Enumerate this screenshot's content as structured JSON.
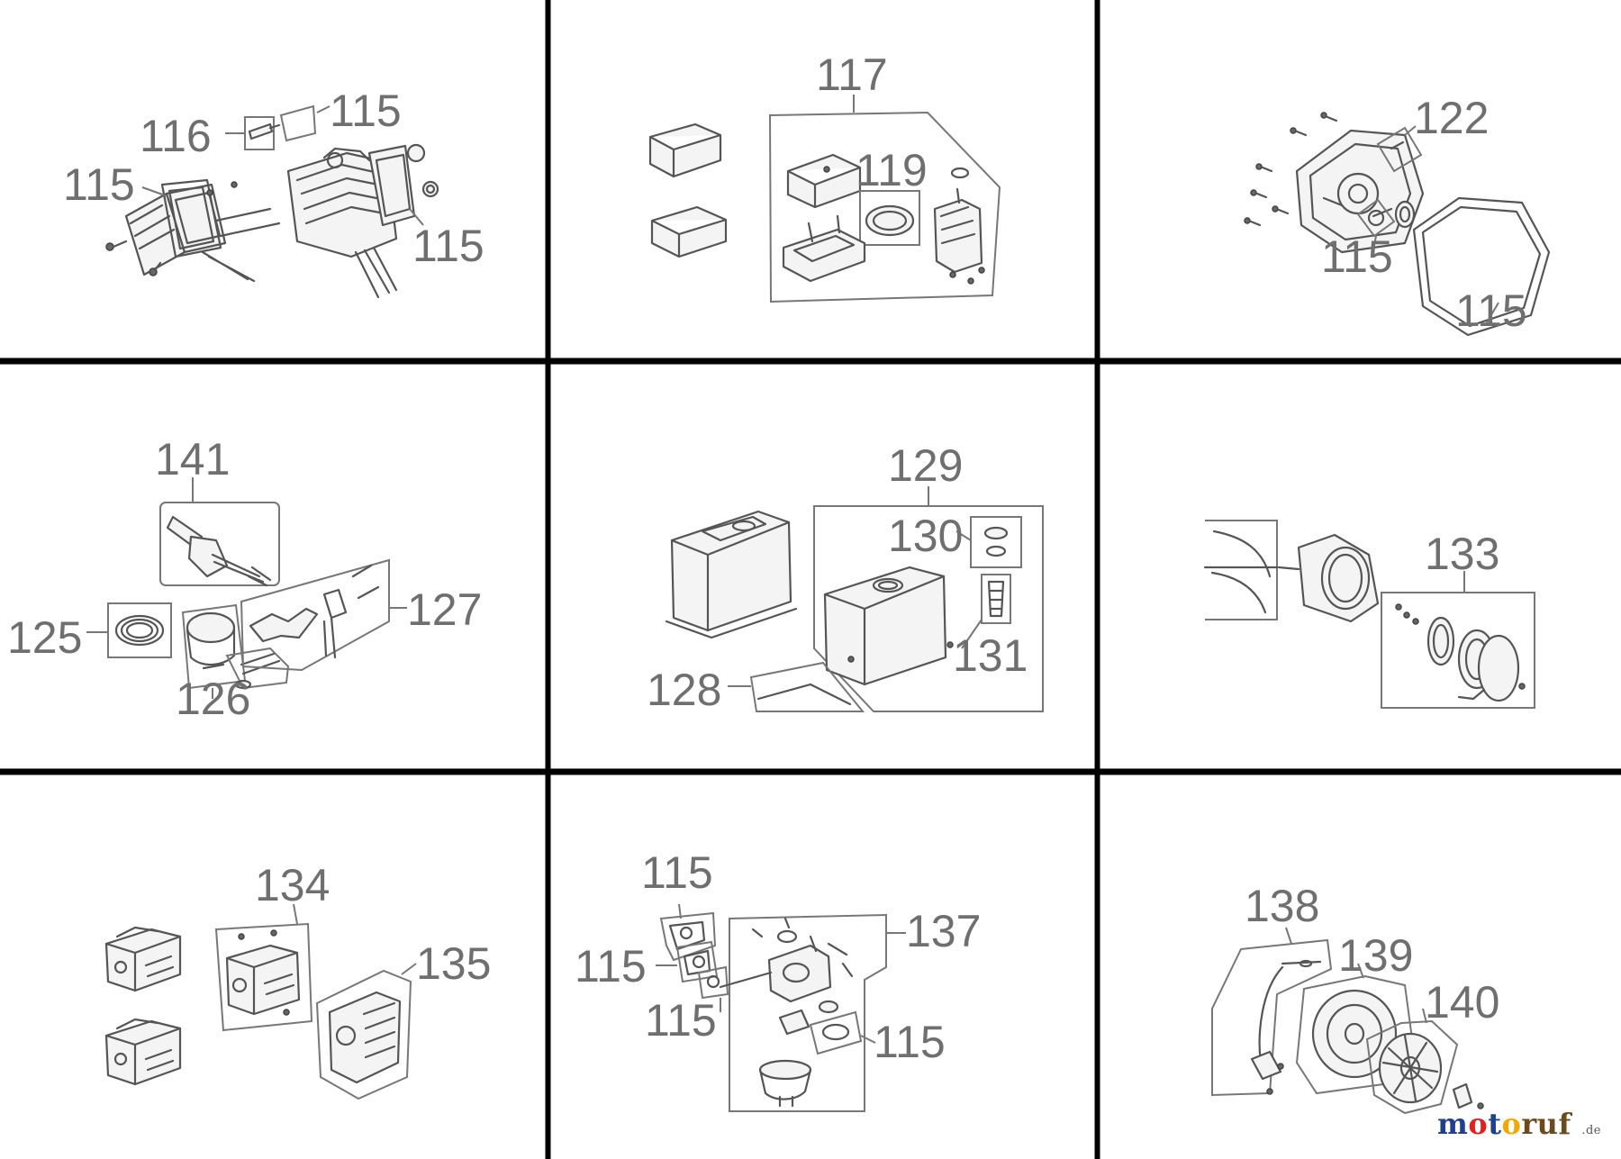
{
  "colors": {
    "divider": "#000000",
    "label": "#6f6f6f",
    "logo_blue": "#1f3f8f",
    "logo_brown": "#6b4a1e",
    "logo_accents": [
      "#d22",
      "#f7a600",
      "#1a8f2c",
      "#1f6fd1"
    ]
  },
  "logo": {
    "main": "motoruf",
    "suffix": ".de"
  },
  "cells": [
    {
      "id": "cylinder-head",
      "labels": [
        "116",
        "115",
        "115",
        "115"
      ]
    },
    {
      "id": "air-filter",
      "labels": [
        "117",
        "119"
      ]
    },
    {
      "id": "crankcase-cover",
      "labels": [
        "122",
        "115",
        "115"
      ]
    },
    {
      "id": "crankshaft-piston",
      "labels": [
        "141",
        "125",
        "126",
        "127"
      ]
    },
    {
      "id": "fuel-tank",
      "labels": [
        "129",
        "130",
        "131",
        "128"
      ]
    },
    {
      "id": "recoil-starter",
      "labels": [
        "133"
      ]
    },
    {
      "id": "muffler",
      "labels": [
        "134",
        "135"
      ]
    },
    {
      "id": "carburetor",
      "labels": [
        "115",
        "115",
        "115",
        "137",
        "115"
      ]
    },
    {
      "id": "ignition-flywheel",
      "labels": [
        "138",
        "139",
        "140"
      ]
    }
  ]
}
